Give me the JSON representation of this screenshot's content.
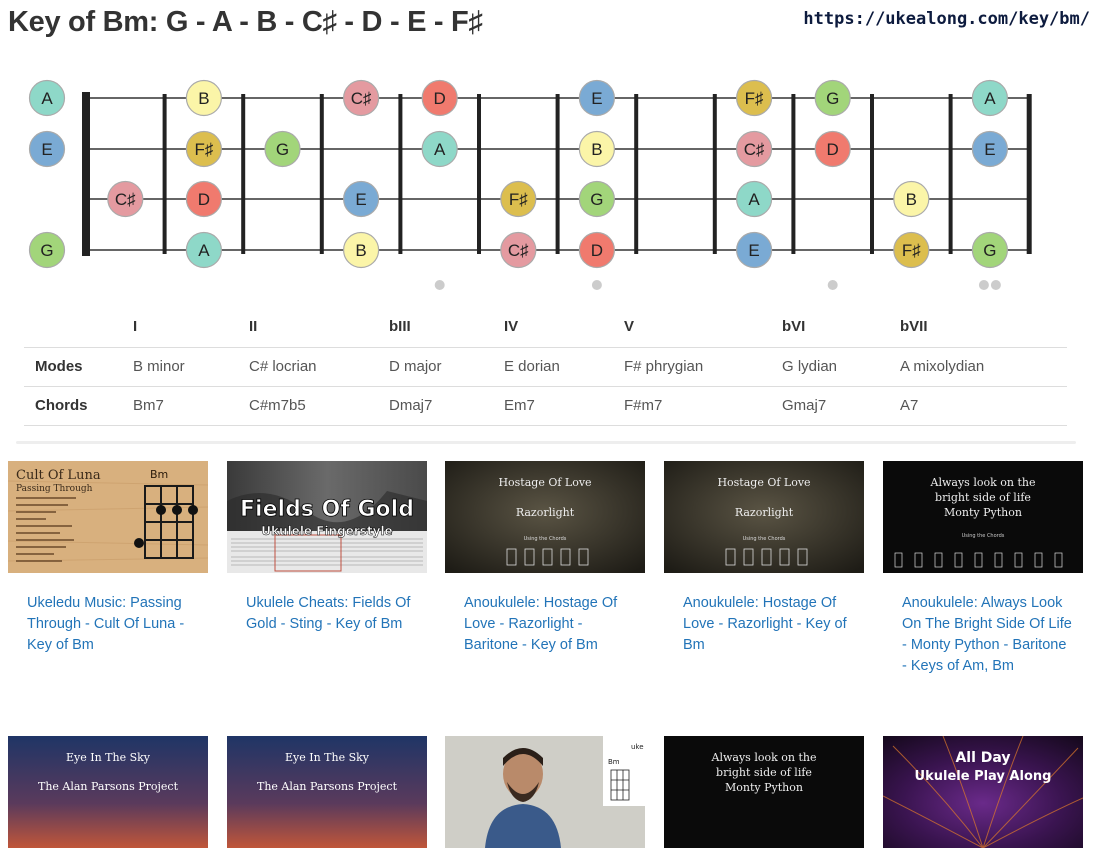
{
  "header": {
    "title": "Key of Bm: G - A - B - C♯ - D - E - F♯",
    "url": "https://ukealong.com/key/bm/"
  },
  "fretboard": {
    "string_count": 4,
    "fret_count": 12,
    "note_colors": {
      "A": "#8ed8c8",
      "B": "#fbf5a8",
      "C♯": "#e49aa0",
      "D": "#f07a6e",
      "E": "#7aaad4",
      "F♯": "#dcbe4e",
      "G": "#a2d57a"
    },
    "notes": [
      {
        "string": 0,
        "fret": 0,
        "note": "A"
      },
      {
        "string": 0,
        "fret": 2,
        "note": "B"
      },
      {
        "string": 0,
        "fret": 4,
        "note": "C♯"
      },
      {
        "string": 0,
        "fret": 5,
        "note": "D"
      },
      {
        "string": 0,
        "fret": 7,
        "note": "E"
      },
      {
        "string": 0,
        "fret": 9,
        "note": "F♯"
      },
      {
        "string": 0,
        "fret": 10,
        "note": "G"
      },
      {
        "string": 0,
        "fret": 12,
        "note": "A"
      },
      {
        "string": 1,
        "fret": 0,
        "note": "E"
      },
      {
        "string": 1,
        "fret": 2,
        "note": "F♯"
      },
      {
        "string": 1,
        "fret": 3,
        "note": "G"
      },
      {
        "string": 1,
        "fret": 5,
        "note": "A"
      },
      {
        "string": 1,
        "fret": 7,
        "note": "B"
      },
      {
        "string": 1,
        "fret": 9,
        "note": "C♯"
      },
      {
        "string": 1,
        "fret": 10,
        "note": "D"
      },
      {
        "string": 1,
        "fret": 12,
        "note": "E"
      },
      {
        "string": 2,
        "fret": 1,
        "note": "C♯"
      },
      {
        "string": 2,
        "fret": 2,
        "note": "D"
      },
      {
        "string": 2,
        "fret": 4,
        "note": "E"
      },
      {
        "string": 2,
        "fret": 6,
        "note": "F♯"
      },
      {
        "string": 2,
        "fret": 7,
        "note": "G"
      },
      {
        "string": 2,
        "fret": 9,
        "note": "A"
      },
      {
        "string": 2,
        "fret": 11,
        "note": "B"
      },
      {
        "string": 3,
        "fret": 0,
        "note": "G"
      },
      {
        "string": 3,
        "fret": 2,
        "note": "A"
      },
      {
        "string": 3,
        "fret": 4,
        "note": "B"
      },
      {
        "string": 3,
        "fret": 6,
        "note": "C♯"
      },
      {
        "string": 3,
        "fret": 7,
        "note": "D"
      },
      {
        "string": 3,
        "fret": 9,
        "note": "E"
      },
      {
        "string": 3,
        "fret": 11,
        "note": "F♯"
      },
      {
        "string": 3,
        "fret": 12,
        "note": "G"
      }
    ],
    "inlay_frets": [
      5,
      7,
      10,
      12
    ]
  },
  "table": {
    "headers": [
      "",
      "I",
      "II",
      "bIII",
      "IV",
      "V",
      "bVI",
      "bVII"
    ],
    "rows": [
      {
        "label": "Modes",
        "cells": [
          "B minor",
          "C# locrian",
          "D major",
          "E dorian",
          "F# phrygian",
          "G lydian",
          "A mixolydian"
        ]
      },
      {
        "label": "Chords",
        "cells": [
          "Bm7",
          "C#m7b5",
          "Dmaj7",
          "Em7",
          "F#m7",
          "Gmaj7",
          "A7"
        ]
      }
    ]
  },
  "videos": [
    {
      "title": "Ukeledu Music: Passing Through - Cult Of Luna - Key of Bm",
      "thumb": {
        "style": "wood",
        "lines": [
          "Cult Of Luna",
          "Passing Through",
          "Bm"
        ]
      }
    },
    {
      "title": "Ukulele Cheats: Fields Of Gold - Sting - Key of Bm",
      "thumb": {
        "style": "photo",
        "lines": [
          "Fields Of Gold",
          "Ukulele Fingerstyle"
        ]
      }
    },
    {
      "title": "Anoukulele: Hostage Of Love - Razorlight - Baritone - Key of Bm",
      "thumb": {
        "style": "dark",
        "lines": [
          "Hostage Of Love",
          "Razorlight",
          "Using the Chords"
        ]
      }
    },
    {
      "title": "Anoukulele: Hostage Of Love - Razorlight - Key of Bm",
      "thumb": {
        "style": "dark",
        "lines": [
          "Hostage Of Love",
          "Razorlight",
          "Using the Chords"
        ]
      }
    },
    {
      "title": "Anoukulele: Always Look On The Bright Side Of Life - Monty Python - Baritone - Keys of Am, Bm",
      "thumb": {
        "style": "black",
        "lines": [
          "Always look on the",
          "bright side of life",
          "Monty Python",
          "Using the Chords"
        ]
      }
    },
    {
      "title": "",
      "thumb": {
        "style": "sky",
        "lines": [
          "Eye In The Sky",
          "The Alan Parsons Project"
        ]
      }
    },
    {
      "title": "",
      "thumb": {
        "style": "sky",
        "lines": [
          "Eye In The Sky",
          "The Alan Parsons Project"
        ]
      }
    },
    {
      "title": "",
      "thumb": {
        "style": "person",
        "lines": [
          "uke at home",
          "Bm"
        ]
      }
    },
    {
      "title": "",
      "thumb": {
        "style": "black",
        "lines": [
          "Always look on the",
          "bright side of life",
          "Monty Python"
        ]
      }
    },
    {
      "title": "",
      "thumb": {
        "style": "burst",
        "lines": [
          "All Day",
          "Ukulele Play Along"
        ]
      }
    }
  ]
}
